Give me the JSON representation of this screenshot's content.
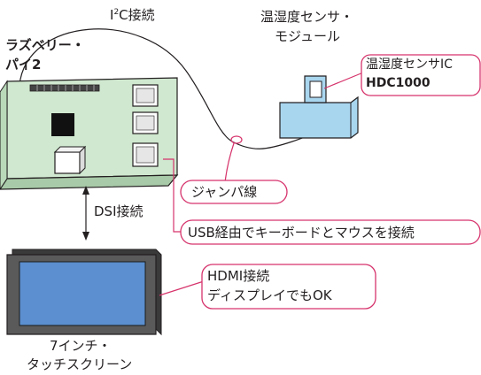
{
  "labels": {
    "raspberry_pi_line1": "ラズベリー・",
    "raspberry_pi_line2": "パイ2",
    "i2c_prefix": "I",
    "i2c_superscript": "2",
    "i2c_suffix": "C接続",
    "sensor_module_line1": "温湿度センサ・",
    "sensor_module_line2": "モジュール",
    "sensor_ic_line1": "温湿度センサIC",
    "sensor_ic_line2": "HDC1000",
    "jumper_wire": "ジャンパ線",
    "dsi_connection": "DSI接続",
    "usb_note": "USB経由でキーボードとマウスを接続",
    "hdmi_line1": "HDMI接続",
    "hdmi_line2": "ディスプレイでもOK",
    "touchscreen_line1": "7インチ・",
    "touchscreen_line2": "タッチスクリーン"
  },
  "colors": {
    "board_fill": "#cfe8cf",
    "board_stroke": "#231f20",
    "sensor_fill": "#a9d6ef",
    "screen_fill": "#5b8fcf",
    "bezel_fill": "#3a3a3a",
    "callout_stroke": "#d6336c",
    "chip_fill": "#111111"
  }
}
